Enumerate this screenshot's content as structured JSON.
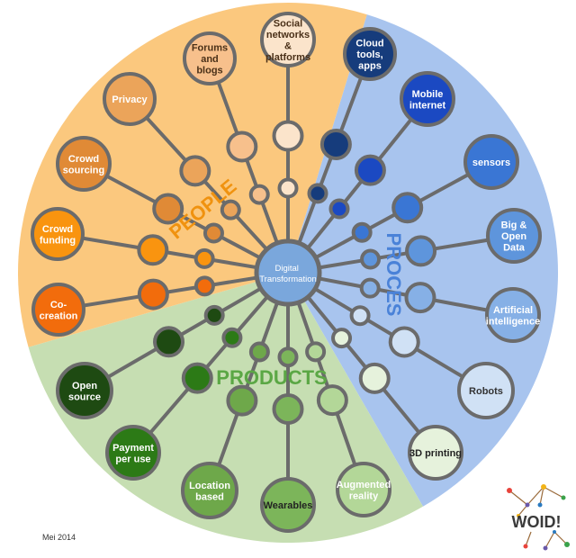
{
  "center": {
    "lines": [
      "Digital",
      "Transformation"
    ]
  },
  "colors": {
    "ring": "#6b6b6b",
    "people_bg": "#fbc87e",
    "process_bg": "#a8c4ee",
    "products_bg": "#c6deb2",
    "center_fill": "#7aa7dc",
    "people_label": "#f0920f",
    "process_label": "#4a82d8",
    "products_label": "#5ba745"
  },
  "groups": {
    "people": {
      "label": "PEOPLE",
      "items": [
        {
          "lines": [
            "Co-",
            "creation"
          ],
          "color": "#f26c0c",
          "text": "#ffffff"
        },
        {
          "lines": [
            "Crowd",
            "funding"
          ],
          "color": "#f9940f",
          "text": "#ffffff"
        },
        {
          "lines": [
            "Crowd",
            "sourcing"
          ],
          "color": "#e08a36",
          "text": "#ffffff"
        },
        {
          "lines": [
            "Privacy"
          ],
          "color": "#eba45a",
          "text": "#ffffff"
        },
        {
          "lines": [
            "Forums",
            "and",
            "blogs"
          ],
          "color": "#f7c08c",
          "text": "#4a3018"
        },
        {
          "lines": [
            "Social",
            "networks",
            "&",
            "platforms"
          ],
          "color": "#fbe4cb",
          "text": "#4a3018"
        }
      ]
    },
    "process": {
      "label": "PROCES",
      "items": [
        {
          "lines": [
            "Cloud",
            "tools,",
            "apps"
          ],
          "color": "#163c7c",
          "text": "#ffffff"
        },
        {
          "lines": [
            "Mobile",
            "internet"
          ],
          "color": "#1b49c2",
          "text": "#ffffff"
        },
        {
          "lines": [
            "sensors"
          ],
          "color": "#3a76d4",
          "text": "#ffffff"
        },
        {
          "lines": [
            "Big &",
            "Open",
            "Data"
          ],
          "color": "#5e95dc",
          "text": "#ffffff"
        },
        {
          "lines": [
            "Artificial",
            "intelligence"
          ],
          "color": "#86b0e6",
          "text": "#ffffff"
        },
        {
          "lines": [
            "Robots"
          ],
          "color": "#d0e1f5",
          "text": "#333333"
        }
      ]
    },
    "products": {
      "label": "PRODUCTS",
      "items": [
        {
          "lines": [
            "3D printing"
          ],
          "color": "#e6f2dc",
          "text": "#222222"
        },
        {
          "lines": [
            "Augmented",
            "reality"
          ],
          "color": "#b3d798",
          "text": "#ffffff"
        },
        {
          "lines": [
            "Wearables"
          ],
          "color": "#7cb55a",
          "text": "#222222"
        },
        {
          "lines": [
            "Location",
            "based"
          ],
          "color": "#6ea84a",
          "text": "#ffffff"
        },
        {
          "lines": [
            "Payment",
            "per use"
          ],
          "color": "#2c7a16",
          "text": "#ffffff"
        },
        {
          "lines": [
            "Open",
            "source"
          ],
          "color": "#1e4a12",
          "text": "#ffffff"
        }
      ]
    }
  },
  "footer": {
    "date": "Mei 2014"
  },
  "logo": {
    "text": "WOID!"
  }
}
